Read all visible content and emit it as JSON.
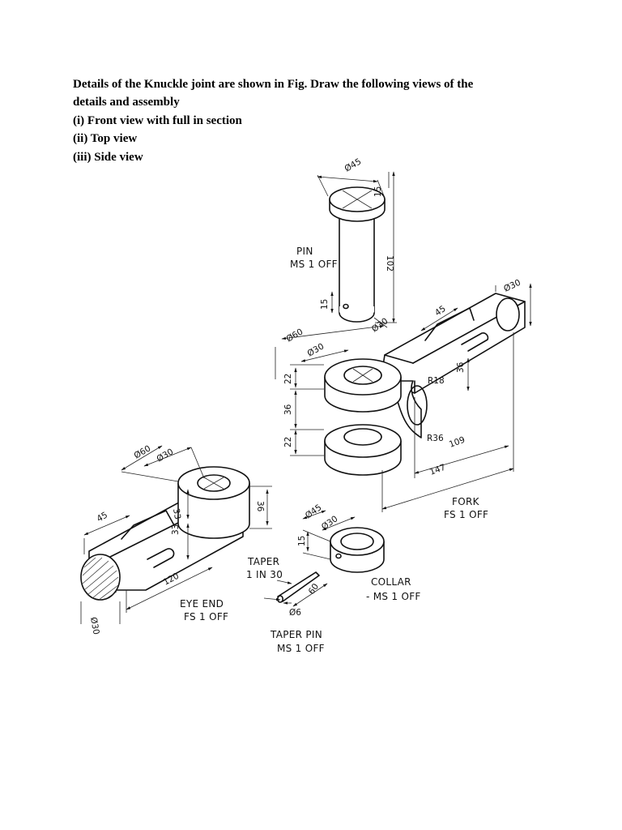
{
  "instructions": {
    "line1": "Details of the Knuckle joint  are shown in Fig.  Draw the following views of the",
    "line2": "details and assembly",
    "item1": "(i) Front view with full in section",
    "item2": "(ii) Top view",
    "item3": "(iii) Side view"
  },
  "labels": {
    "pin_1": "PIN",
    "pin_2": "MS 1 OFF",
    "fork_1": "FORK",
    "fork_2": "FS 1 OFF",
    "eye_1": "EYE END",
    "eye_2": "FS 1 OFF",
    "collar_1": "COLLAR",
    "collar_2": "- MS 1 OFF",
    "taperpin_1": "TAPER PIN",
    "taperpin_2": "MS 1 OFF",
    "taper_1": "TAPER",
    "taper_2": "1 IN 30"
  },
  "dims": {
    "pin_dia_head": "Ø45",
    "pin_head_h": "15",
    "pin_len": "102",
    "pin_dia_shank": "Ø30",
    "pin_end_15": "15",
    "fork_dia60": "Ø60",
    "fork_dia30": "Ø30",
    "fork_22a": "22",
    "fork_36": "36",
    "fork_22b": "22",
    "fork_r18": "R18",
    "fork_r36": "R36",
    "fork_36b": "36",
    "fork_45": "45",
    "fork_dia30_end": "Ø30",
    "fork_109": "109",
    "fork_147": "147",
    "eye_dia60": "Ø60",
    "eye_dia30": "Ø30",
    "eye_33a": "33",
    "eye_33b": "33",
    "eye_36": "36",
    "eye_45": "45",
    "eye_120": "120",
    "eye_dia30_end": "Ø30",
    "collar_dia45": "Ø45",
    "collar_dia30": "Ø30",
    "collar_15": "15",
    "taperpin_60": "60",
    "taperpin_dia6": "Ø6"
  }
}
